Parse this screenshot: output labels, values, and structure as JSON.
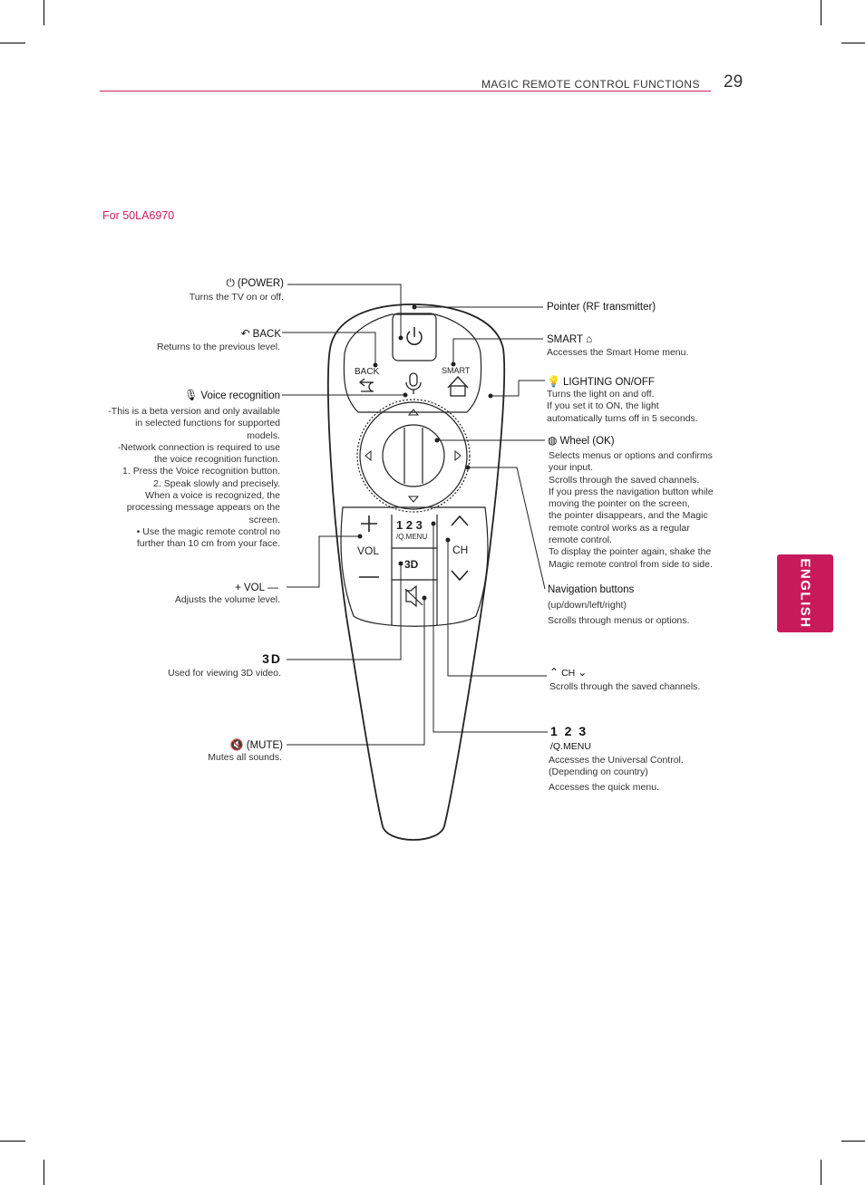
{
  "header": {
    "section_title": "MAGIC REMOTE CONTROL FUNCTIONS",
    "page_number": "29"
  },
  "model_note": "For 50LA6970",
  "side_tab": "ENGLISH",
  "remote_labels": {
    "back": "BACK",
    "smart": "SMART",
    "vol": "VOL",
    "ch": "CH",
    "num": "1 2 3",
    "qmenu": "/Q.MENU",
    "three_d": "3D"
  },
  "left": {
    "power": {
      "label": "(POWER)",
      "desc": "Turns the TV on or off."
    },
    "back": {
      "label": "BACK",
      "desc": "Returns to the previous level."
    },
    "voice": {
      "label": "Voice recognition",
      "desc": [
        "-This is a beta version and only available",
        "in selected functions for supported",
        "models.",
        "-Network connection is required to use",
        "the voice recognition function.",
        "1. Press the Voice recognition button.",
        "2. Speak slowly and precisely.",
        "When a voice is recognized, the",
        "processing message appears on the",
        "screen.",
        "• Use the magic remote control no",
        "further than 10 cm from your face."
      ]
    },
    "vol": {
      "label": "VOL",
      "desc": "Adjusts the volume level."
    },
    "three_d": {
      "label": "3D",
      "desc": "Used for viewing 3D video."
    },
    "mute": {
      "label": "(MUTE)",
      "desc": "Mutes all sounds."
    }
  },
  "right": {
    "pointer": {
      "label": "Pointer (RF transmitter)"
    },
    "smart": {
      "label": "SMART",
      "desc": "Accesses the Smart Home menu."
    },
    "lighting": {
      "label": "LIGHTING ON/OFF",
      "desc": [
        "Turns the light on and off.",
        "If you set it to ON, the light",
        "automatically turns off in 5 seconds."
      ]
    },
    "wheel": {
      "label": "Wheel (OK)",
      "desc": [
        "Selects menus or options and confirms",
        "your input.",
        "Scrolls through the saved channels.",
        "If you press the navigation button while",
        "moving the pointer on the screen,",
        "the pointer disappears, and the Magic",
        "remote control works as a regular",
        "remote control.",
        "To display the pointer again, shake the",
        "Magic remote control from side to side."
      ]
    },
    "nav": {
      "label": "Navigation buttons",
      "sub": "(up/down/left/right)",
      "desc": "Scrolls through menus or options."
    },
    "ch": {
      "label": "CH",
      "desc": "Scrolls through the saved channels."
    },
    "num": {
      "label": "1 2 3",
      "label2": "/Q.MENU",
      "desc": [
        "Accesses the Universal Control.",
        "(Depending on country)"
      ],
      "desc2": "Accesses the quick menu."
    }
  },
  "icons": [
    "power-icon",
    "back-arrow-icon",
    "microphone-icon",
    "plus-icon",
    "minus-icon",
    "3d-icon",
    "mute-icon",
    "home-icon",
    "lightbulb-icon",
    "wheel-icon",
    "chevron-up-icon",
    "chevron-down-icon"
  ]
}
